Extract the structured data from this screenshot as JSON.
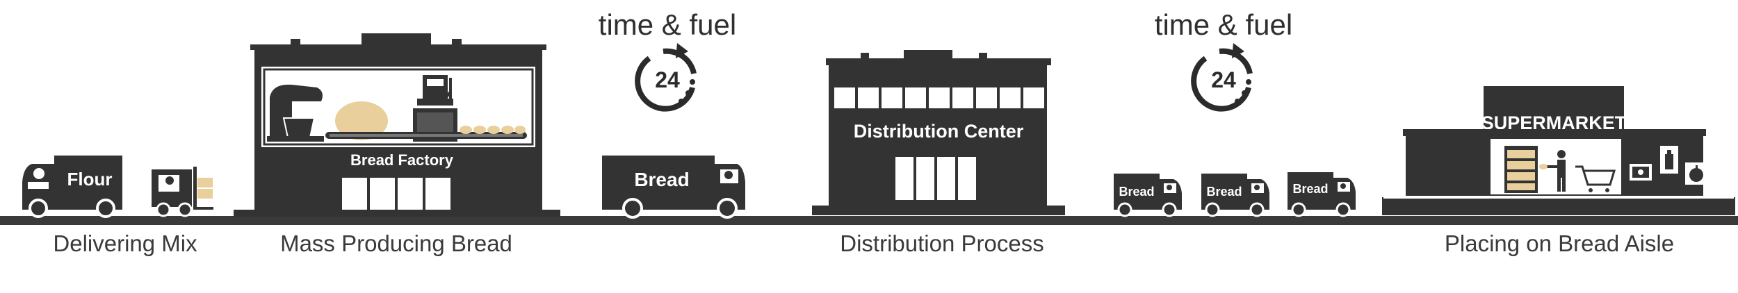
{
  "colors": {
    "dark": "#333333",
    "ground": "#3a3a3a",
    "dough": "#e8cf9c",
    "white": "#ffffff"
  },
  "stages": {
    "delivering_mix": "Delivering Mix",
    "mass_producing": "Mass Producing Bread",
    "distribution_process": "Distribution Process",
    "placing_on_aisle": "Placing on Bread Aisle"
  },
  "labels": {
    "flour_truck": "Flour",
    "factory": "Bread Factory",
    "bread_truck": "Bread",
    "distribution_center": "Distribution Center",
    "small_truck_1": "Bread",
    "small_truck_2": "Bread",
    "small_truck_3": "Bread",
    "supermarket": "SUPERMARKET"
  },
  "transit": {
    "label_1": "time & fuel",
    "label_2": "time & fuel",
    "clock_1": "24",
    "clock_2": "24"
  },
  "icons": [
    "truck-icon",
    "forklift-icon",
    "mixer-icon",
    "dough-icon",
    "robot-arm-icon",
    "conveyor-icon",
    "clock-24-icon",
    "shopping-cart-icon",
    "bread-shelf-icon",
    "shopper-icon",
    "camera-icon",
    "bottle-icon",
    "apple-icon"
  ]
}
